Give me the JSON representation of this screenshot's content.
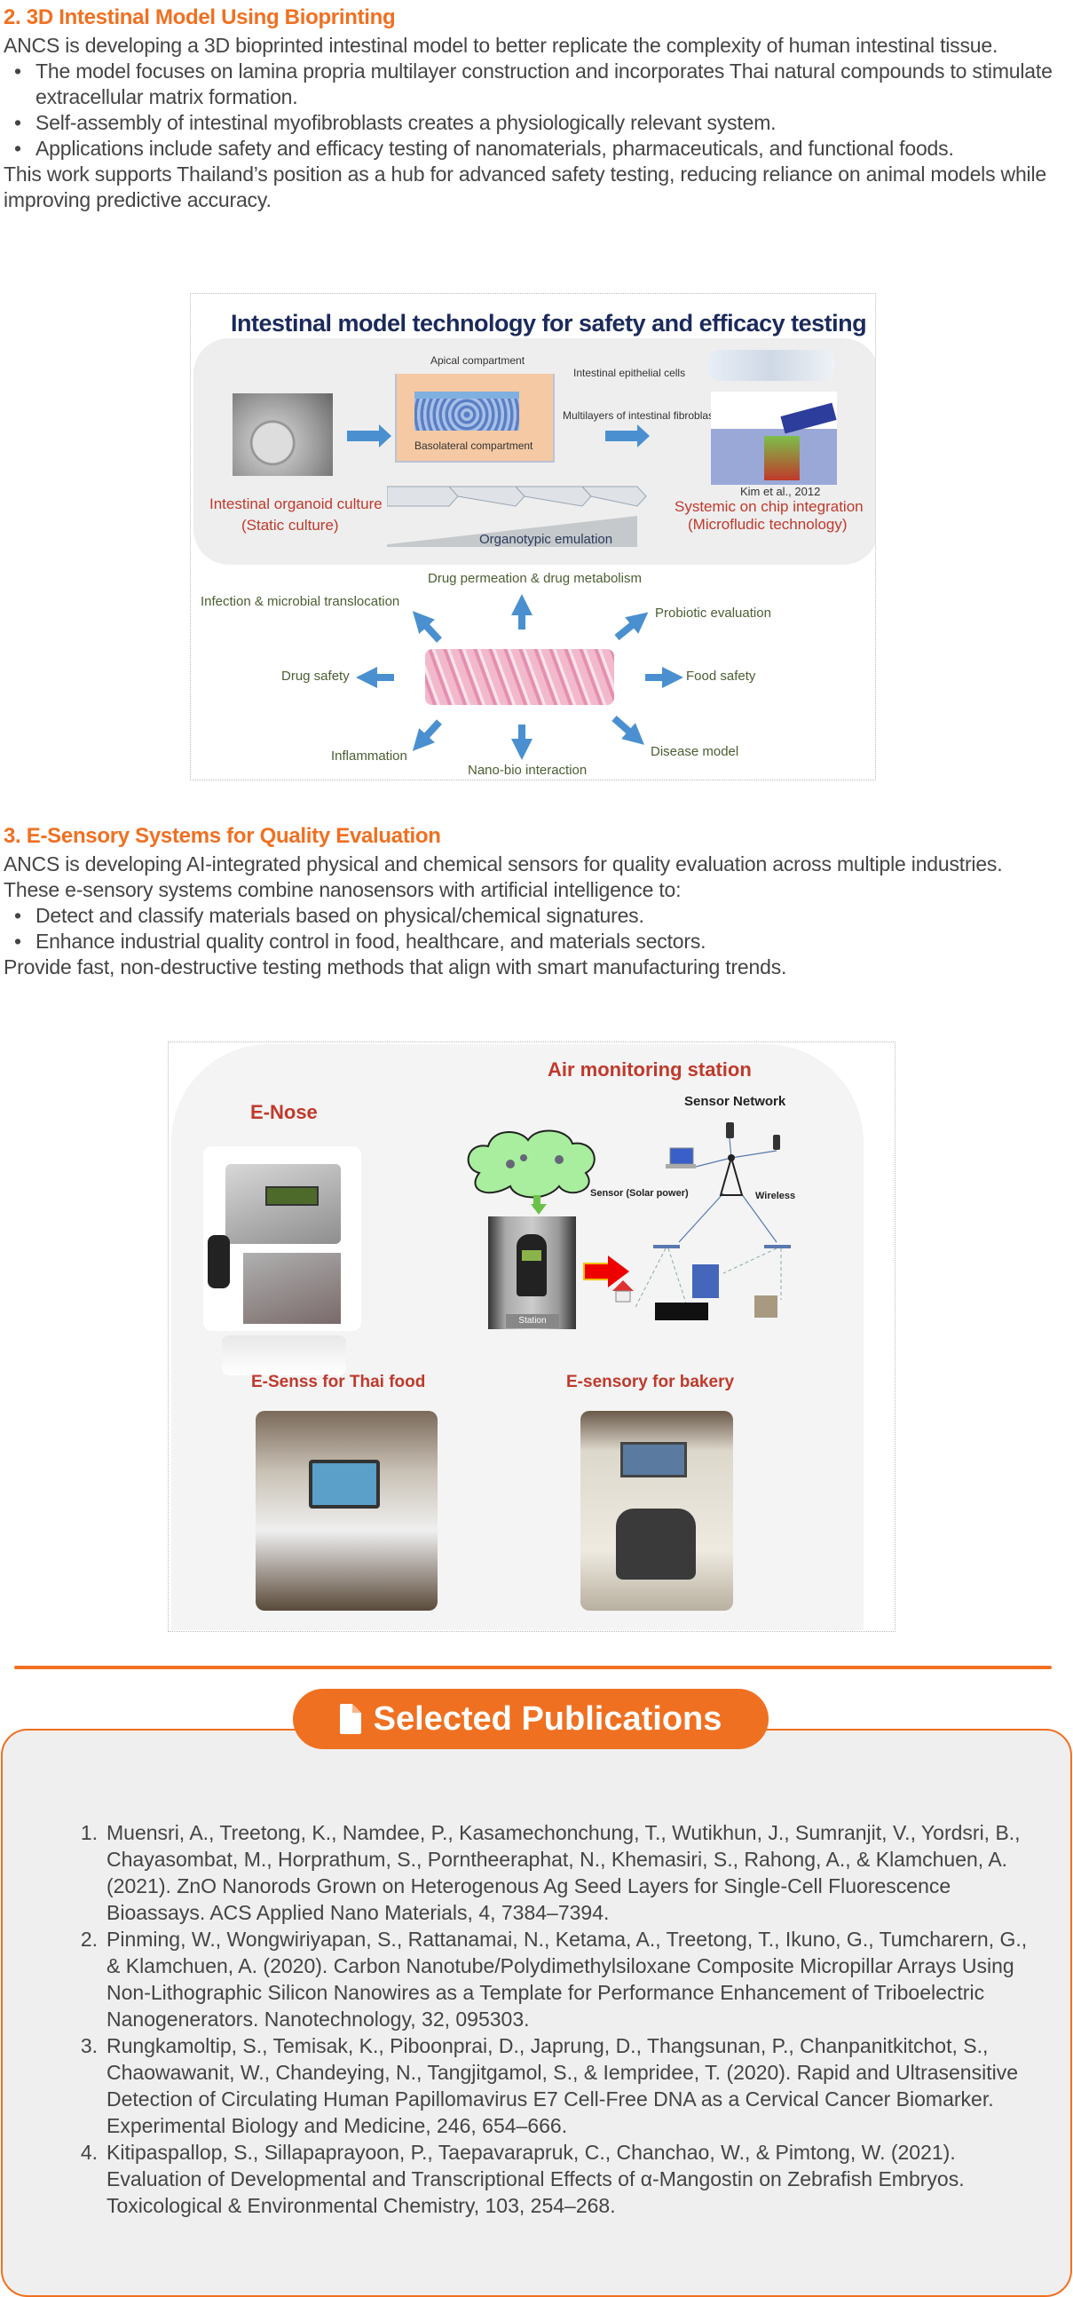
{
  "section2": {
    "heading": "2. 3D Intestinal Model Using Bioprinting",
    "intro": "ANCS is developing a 3D bioprinted intestinal model to better replicate the complexity of human intestinal tissue.",
    "bullets": [
      "The model focuses on lamina propria multilayer construction and incorporates Thai natural compounds to stimulate extracellular matrix formation.",
      "Self-assembly of intestinal myofibroblasts creates a physiologically relevant system.",
      "Applications include safety and efficacy testing of nanomaterials, pharmaceuticals, and functional foods."
    ],
    "closing": "This work supports Thailand’s position as a hub for advanced safety testing, reducing reliance on animal models while improving predictive accuracy.",
    "figure": {
      "title": "Intestinal model technology for safety and efficacy testing",
      "apical": "Apical compartment",
      "basolateral": "Basolateral compartment",
      "epithelial": "Intestinal epithelial cells",
      "fibroblast": "Multilayers of intestinal fibroblast",
      "organoid_1": "Intestinal organoid culture",
      "organoid_2": "(Static culture)",
      "chip_1": "Systemic on chip integration",
      "chip_2": "(Microfludic technology)",
      "citation": "Kim et al., 2012",
      "emulation": "Organotypic emulation",
      "applications": {
        "top": "Drug permeation & drug metabolism",
        "top_left": "Infection & microbial translocation",
        "top_right": "Probiotic evaluation",
        "left": "Drug safety",
        "right": "Food safety",
        "bottom_left": "Inflammation",
        "bottom": "Nano-bio interaction",
        "bottom_right": "Disease model"
      }
    }
  },
  "section3": {
    "heading": "3. E-Sensory Systems for Quality Evaluation",
    "intro": "ANCS is developing AI-integrated physical and chemical sensors for quality evaluation across multiple industries.",
    "lead": "These e-sensory systems combine nanosensors with artificial intelligence to:",
    "bullets": [
      "Detect and classify materials based on physical/chemical signatures.",
      "Enhance industrial quality control in food, healthcare, and materials sectors."
    ],
    "closing": "Provide fast, non-destructive testing methods that align with smart manufacturing trends.",
    "figure": {
      "air_title": "Air monitoring station",
      "enose": "E-Nose",
      "sensor_network": "Sensor Network",
      "solar": "Sensor (Solar power)",
      "wireless": "Wireless",
      "station": "Station",
      "thai_food": "E-Senss for Thai food",
      "bakery": "E-sensory for bakery"
    }
  },
  "publications": {
    "title": "Selected Publications",
    "icon": "document-icon",
    "items": [
      {
        "num": "1.",
        "text": "Muensri, A., Treetong, K., Namdee, P., Kasamechonchung, T., Wutikhun, J., Sumranjit, V., Yordsri, B., Chayasombat, M., Horprathum, S., Porntheeraphat, N., Khemasiri, S., Rahong, A., & Klamchuen, A. (2021). ZnO Nanorods Grown on Heterogenous Ag Seed Layers for Single-Cell Fluorescence Bioassays. ACS Applied Nano Materials, 4, 7384–7394."
      },
      {
        "num": "2.",
        "text": "Pinming, W., Wongwiriyapan, S., Rattanamai, N., Ketama, A., Treetong, T., Ikuno, G., Tumcharern, G., & Klamchuen, A. (2020). Carbon Nanotube/Polydimethylsiloxane Composite Micropillar Arrays Using Non-Lithographic Silicon Nanowires as a Template for Performance Enhancement of Triboelectric Nanogenerators. Nanotechnology, 32, 095303."
      },
      {
        "num": "3.",
        "text": "Rungkamoltip, S., Temisak, K., Piboonprai, D., Japrung, D., Thangsunan, P., Chanpanitkitchot, S., Chaowawanit, W., Chandeying, N., Tangjitgamol, S., & Iempridee, T. (2020). Rapid and Ultrasensitive Detection of Circulating Human Papillomavirus E7 Cell-Free DNA as a Cervical Cancer Biomarker. Experimental Biology and Medicine, 246, 654–666."
      },
      {
        "num": "4.",
        "text": "Kitipaspallop, S., Sillapaprayoon, P., Taepavarapruk, C., Chanchao, W., & Pimtong, W. (2021). Evaluation of Developmental and Transcriptional Effects of α-Mangostin on Zebrafish Embryos. Toxicological & Environmental Chemistry, 103, 254–268."
      }
    ]
  },
  "colors": {
    "accent": "#f07021",
    "text": "#444444",
    "figure_red": "#c0392b",
    "figure_navy": "#1b2a5c"
  }
}
